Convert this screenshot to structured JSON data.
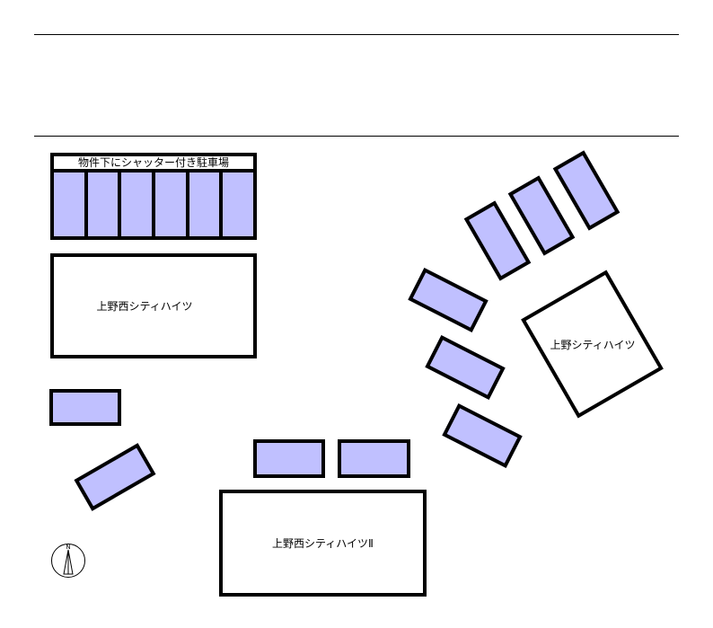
{
  "map": {
    "garage_label": "物件下にシャッター付き駐車場",
    "garage_bay_count": 6,
    "buildings": [
      {
        "id": "nishi-1",
        "label": "上野西シティハイツ"
      },
      {
        "id": "city",
        "label": "上野シティハイツ"
      },
      {
        "id": "nishi-2",
        "label": "上野西シティハイツⅡ"
      }
    ],
    "compass_letter": "N",
    "colors": {
      "parking_fill": "#c0c0ff",
      "outline": "#000000",
      "background": "#ffffff"
    }
  }
}
